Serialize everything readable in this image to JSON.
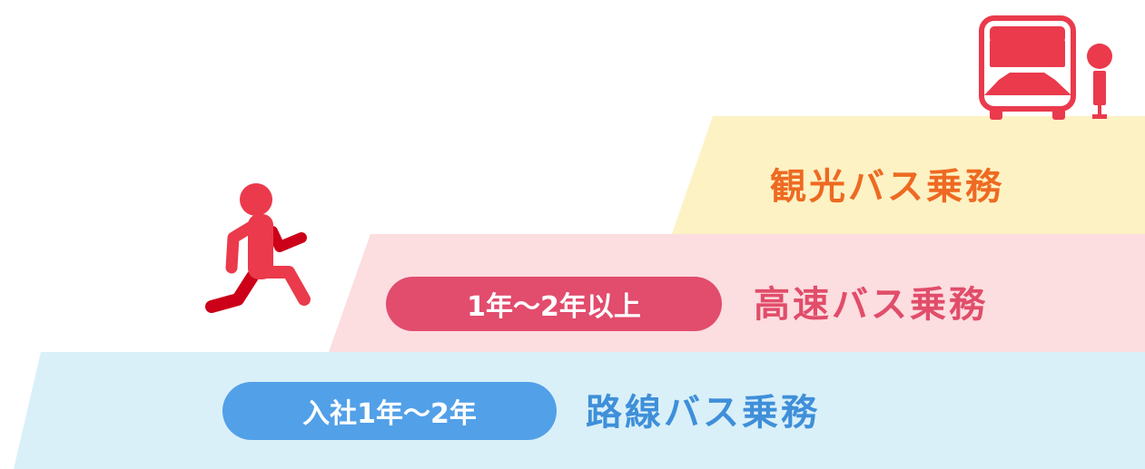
{
  "tiers": [
    {
      "title": "観光バス乗務",
      "period": null,
      "title_color": "#ee6a22",
      "band_color": "#fdf2c4"
    },
    {
      "title": "高速バス乗務",
      "period": "1年～2年以上",
      "title_color": "#e14d6a",
      "band_color": "#fcdde0",
      "pill_color": "#e24c6d"
    },
    {
      "title": "路線バス乗務",
      "period": "入社1年～2年",
      "title_color": "#3f8fd9",
      "band_color": "#d9f0f9",
      "pill_color": "#52a0e8"
    }
  ],
  "icons": {
    "runner": "running-person-icon",
    "bus": "bus-front-icon",
    "stop": "bus-stop-icon",
    "color": "#ea3a4c"
  }
}
